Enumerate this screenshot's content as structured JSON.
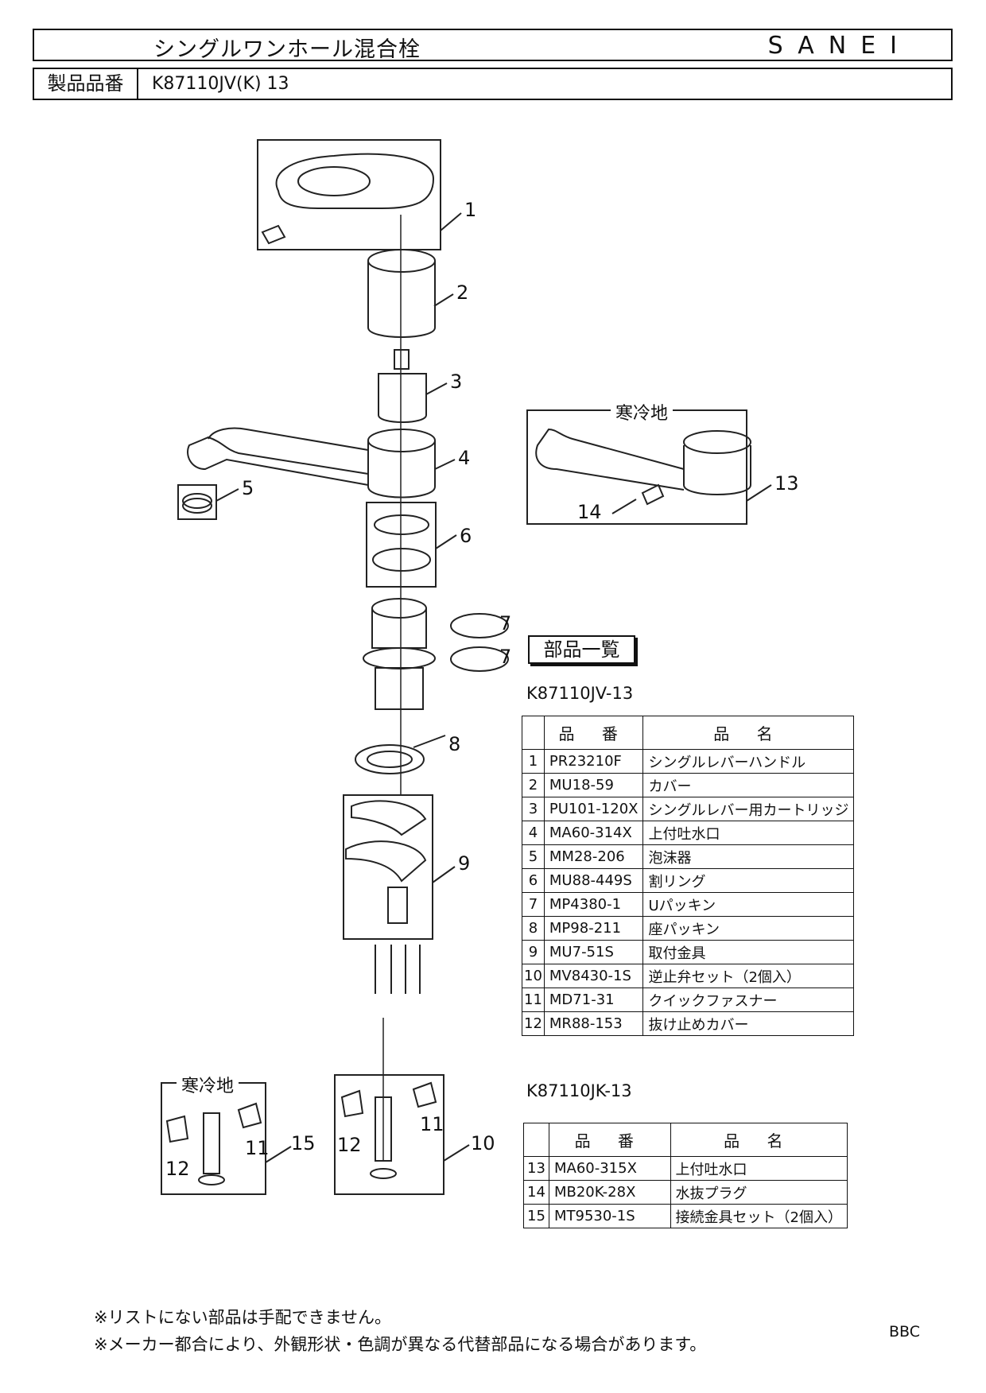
{
  "header": {
    "title": "シングルワンホール混合栓",
    "brand": "SANEI",
    "model_label": "製品品番",
    "model_value": "K87110JV(K) 13"
  },
  "diagram": {
    "callouts": [
      "1",
      "2",
      "3",
      "4",
      "5",
      "6",
      "7",
      "7",
      "8",
      "9",
      "10",
      "11",
      "12",
      "11",
      "12",
      "13",
      "14",
      "15"
    ],
    "cold_region_label_top": "寒冷地",
    "cold_region_label_bottom": "寒冷地"
  },
  "parts_list": {
    "heading": "部品一覧",
    "table1_title": "K87110JV-13",
    "table2_title": "K87110JK-13",
    "col_part_no": "品 番",
    "col_part_name": "品 名",
    "table1": [
      {
        "n": "1",
        "code": "PR23210F",
        "name": "シングルレバーハンドル"
      },
      {
        "n": "2",
        "code": "MU18-59",
        "name": "カバー"
      },
      {
        "n": "3",
        "code": "PU101-120X",
        "name": "シングルレバー用カートリッジ"
      },
      {
        "n": "4",
        "code": "MA60-314X",
        "name": "上付吐水口"
      },
      {
        "n": "5",
        "code": "MM28-206",
        "name": "泡沫器"
      },
      {
        "n": "6",
        "code": "MU88-449S",
        "name": "割リング"
      },
      {
        "n": "7",
        "code": "MP4380-1",
        "name": "Uパッキン"
      },
      {
        "n": "8",
        "code": "MP98-211",
        "name": "座パッキン"
      },
      {
        "n": "9",
        "code": "MU7-51S",
        "name": "取付金具"
      },
      {
        "n": "10",
        "code": "MV8430-1S",
        "name": "逆止弁セット（2個入）"
      },
      {
        "n": "11",
        "code": "MD71-31",
        "name": "クイックファスナー"
      },
      {
        "n": "12",
        "code": "MR88-153",
        "name": "抜け止めカバー"
      }
    ],
    "table2": [
      {
        "n": "13",
        "code": "MA60-315X",
        "name": "上付吐水口"
      },
      {
        "n": "14",
        "code": "MB20K-28X",
        "name": "水抜プラグ"
      },
      {
        "n": "15",
        "code": "MT9530-1S",
        "name": "接続金具セット（2個入）"
      }
    ]
  },
  "notes": [
    "※リストにない部品は手配できません。",
    "※メーカー都合により、外観形状・色調が異なる代替部品になる場合があります。"
  ],
  "footer_code": "BBC"
}
